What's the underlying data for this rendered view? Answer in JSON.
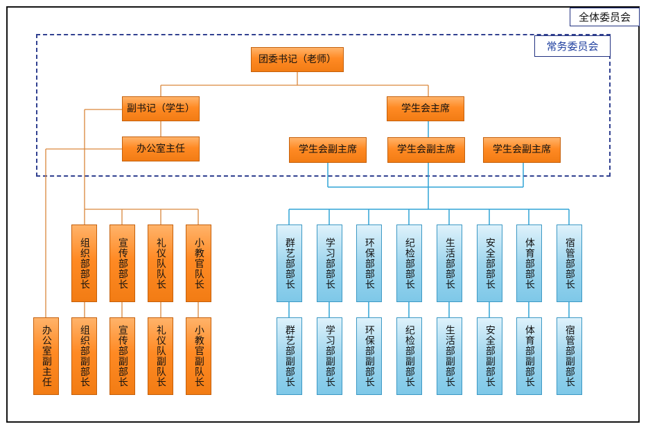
{
  "labels": {
    "full_committee": "全体委员会",
    "standing_committee": "常务委员会"
  },
  "colors": {
    "orange": "#ff8a24",
    "blue": "#9fd6ee",
    "dashed_border": "#2f3f8f"
  },
  "top": {
    "secretary": "团委书记（老师）",
    "deputy_secretary": "副书记（学生）",
    "office_director": "办公室主任",
    "sc_chairman": "学生会主席",
    "sc_vice_chairmen": [
      "学生会副主席",
      "学生会副主席",
      "学生会副主席"
    ]
  },
  "orange_heads": [
    "组织部部长",
    "宣传部部长",
    "礼仪队队长",
    "小教官队长"
  ],
  "orange_deputies": [
    "办公室副主任",
    "组织部副部长",
    "宣传部副部长",
    "礼仪队副队长",
    "小教官副队长"
  ],
  "blue_heads": [
    "群艺部部长",
    "学习部部长",
    "环保部部长",
    "纪检部部长",
    "生活部部长",
    "安全部部长",
    "体育部部长",
    "宿管部部长"
  ],
  "blue_deputies": [
    "群艺部副部长",
    "学习部副部长",
    "环保部副部长",
    "纪检部副部长",
    "生活部副部长",
    "安全部副部长",
    "体育部副部长",
    "宿管部副部长"
  ]
}
